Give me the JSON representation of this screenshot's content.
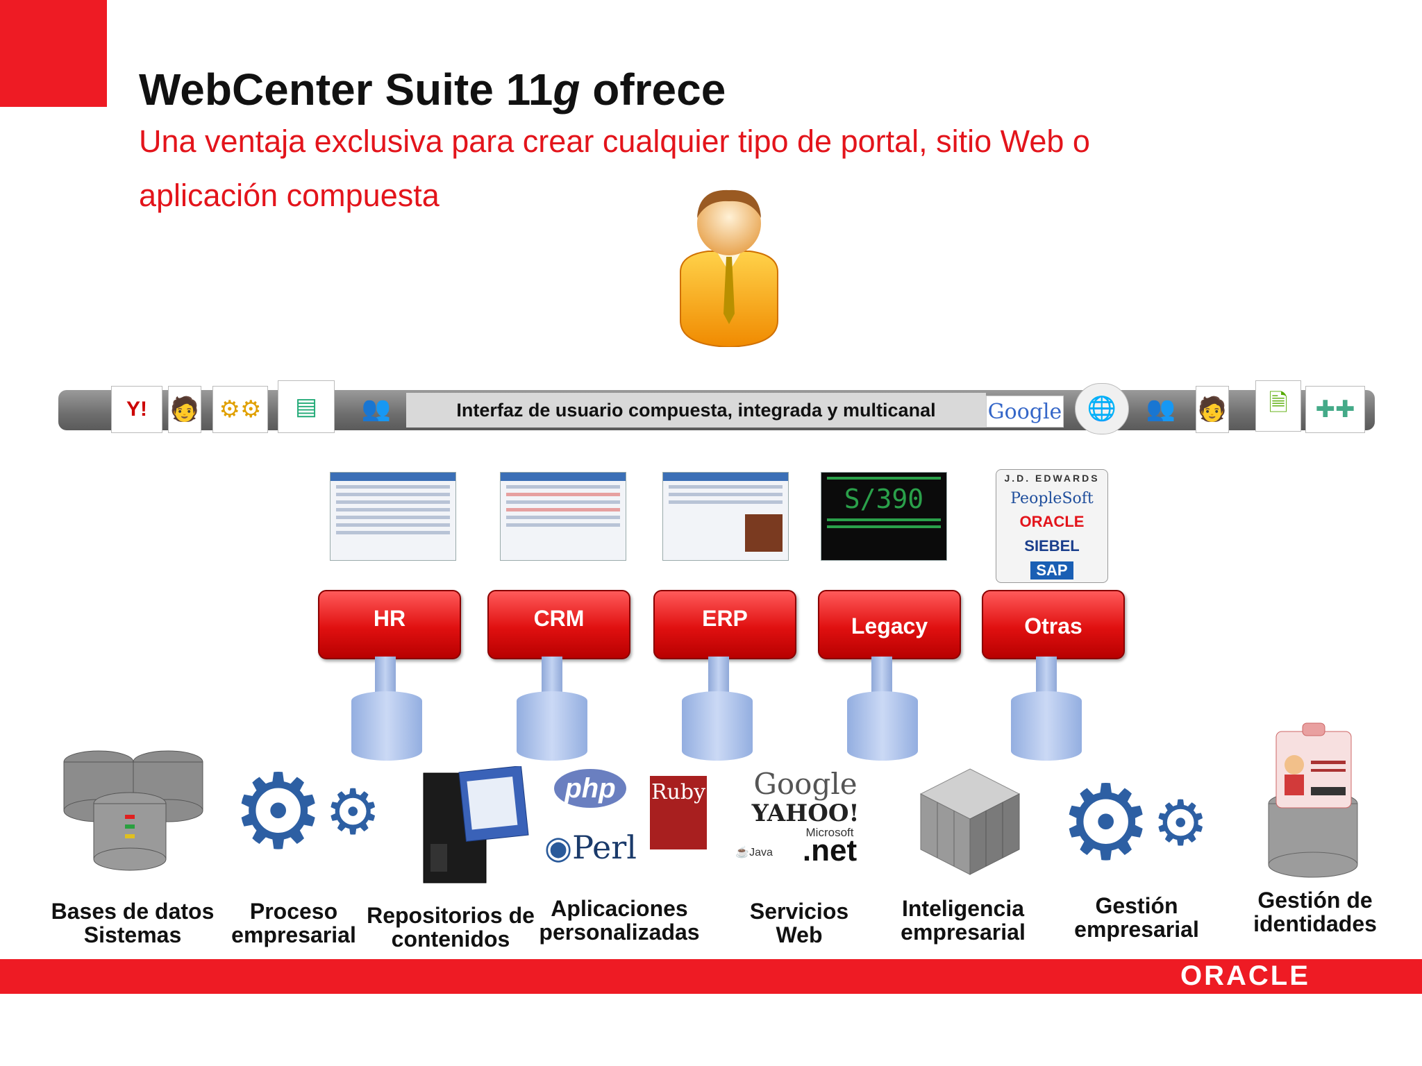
{
  "slide": {
    "title_pre": "WebCenter Suite 11",
    "title_italic": "g",
    "title_post": " ofrece",
    "subtitle_line1": "Una ventaja exclusiva para crear cualquier tipo de portal, sitio Web o",
    "subtitle_line2": "aplicación compuesta"
  },
  "ui_bar": {
    "label": "Interfaz de usuario compuesta,  integrada y multicanal",
    "google": "Google",
    "icons": [
      "yahoo-messenger-icon",
      "user-icon",
      "gears-icon",
      "rss-icon",
      "users-icon",
      "wikipedia-icon",
      "users-icon",
      "user-icon",
      "document-icon",
      "puzzle-icon"
    ]
  },
  "vendors": [
    "J.D. EDWARDS",
    "PeopleSoft",
    "ORACLE",
    "SIEBEL",
    "SAP"
  ],
  "legacy_screen_text": "S/390",
  "apps": [
    "HR",
    "CRM",
    "ERP",
    "Legacy",
    "Otras"
  ],
  "tech_logos": {
    "php": "php",
    "perl": "Perl",
    "ruby": "Ruby",
    "google": "Google",
    "yahoo": "YAHOO!",
    "java": "Java",
    "microsoft": "Microsoft",
    "net": ".net"
  },
  "bottom": [
    {
      "line1": "Bases de datos",
      "line2": "Sistemas"
    },
    {
      "line1": "Proceso",
      "line2": "empresarial"
    },
    {
      "line1": "Repositorios de",
      "line2": "contenidos"
    },
    {
      "line1": "Aplicaciones",
      "line2": "personalizadas"
    },
    {
      "line1": "Servicios",
      "line2": "Web"
    },
    {
      "line1": "Inteligencia",
      "line2": "empresarial"
    },
    {
      "line1": "Gestión",
      "line2": "empresarial"
    },
    {
      "line1": "Gestión de",
      "line2": "identidades"
    }
  ],
  "footer": {
    "logo": "ORACLE"
  },
  "colors": {
    "brand_red": "#ee1b24",
    "subtitle_red": "#e3141b",
    "gear_blue": "#2d5fa3"
  }
}
